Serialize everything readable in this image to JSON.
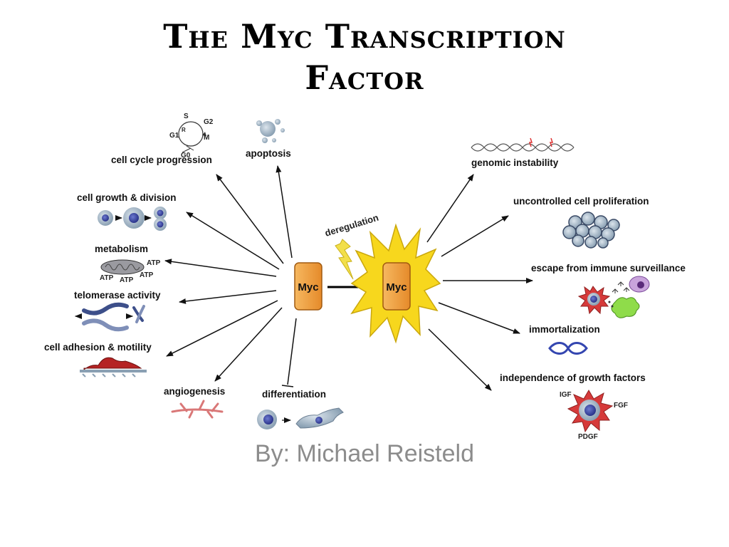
{
  "title": {
    "line1": "The Myc Transcription",
    "line2": "Factor"
  },
  "subtitle": "By: Michael Reisteld",
  "center": {
    "myc_normal": "Myc",
    "myc_deregulated": "Myc",
    "deregulation": "deregulation"
  },
  "normal_functions": {
    "cell_cycle": "cell cycle progression",
    "apoptosis": "apoptosis",
    "cell_growth": "cell growth & division",
    "metabolism": "metabolism",
    "telomerase": "telomerase activity",
    "adhesion": "cell adhesion & motility",
    "angiogenesis": "angiogenesis",
    "differentiation": "differentiation"
  },
  "cell_cycle_phases": {
    "s": "S",
    "g2": "G2",
    "r": "R",
    "g1": "G1",
    "m": "M",
    "g0": "G0"
  },
  "atp_labels": [
    "ATP",
    "ATP",
    "ATP",
    "ATP"
  ],
  "deregulated_effects": {
    "genomic": "genomic instability",
    "proliferation": "uncontrolled cell proliferation",
    "immune": "escape from immune surveillance",
    "immortalization": "immortalization",
    "growth_factors": "independence of growth factors"
  },
  "growth_factor_labels": {
    "igf": "IGF",
    "fgf": "FGF",
    "pdgf": "PDGF"
  },
  "colors": {
    "myc_box": "#f0a040",
    "burst": "#f5d21c",
    "cell": "#a9bccb",
    "nucleus": "#3a47a8",
    "burst_red": "#d63a3a"
  }
}
